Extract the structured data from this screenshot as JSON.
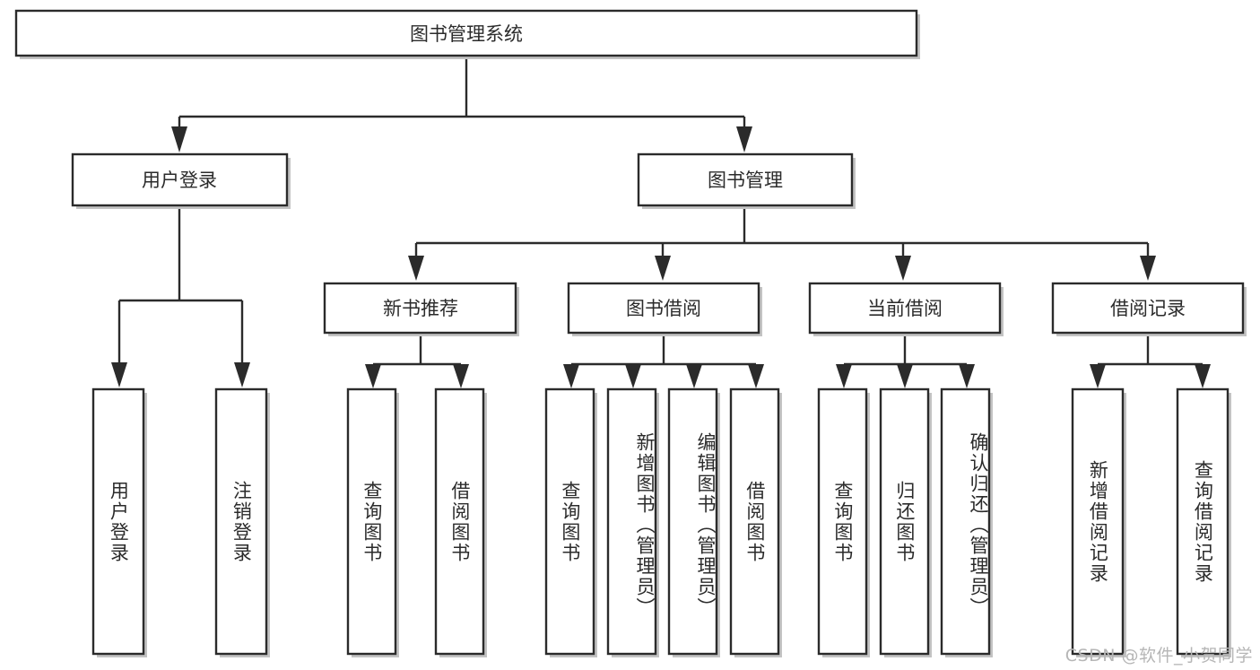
{
  "diagram": {
    "title": "图书管理系统",
    "root": {
      "id": "root",
      "label": "图书管理系统",
      "orientation": "horizontal"
    },
    "level2": [
      {
        "id": "user-login",
        "label": "用户登录",
        "orientation": "horizontal"
      },
      {
        "id": "book-management",
        "label": "图书管理",
        "orientation": "horizontal"
      }
    ],
    "level3": [
      {
        "id": "new-book-recommend",
        "label": "新书推荐",
        "orientation": "horizontal",
        "parent": "book-management"
      },
      {
        "id": "book-borrow",
        "label": "图书借阅",
        "orientation": "horizontal",
        "parent": "book-management"
      },
      {
        "id": "current-borrow",
        "label": "当前借阅",
        "orientation": "horizontal",
        "parent": "book-management"
      },
      {
        "id": "borrow-record",
        "label": "借阅记录",
        "orientation": "horizontal",
        "parent": "book-management"
      }
    ],
    "leaves": [
      {
        "id": "leaf-user-login",
        "label": "用户登录",
        "parent": "user-login",
        "orientation": "vertical"
      },
      {
        "id": "leaf-user-logout",
        "label": "注销登录",
        "parent": "user-login",
        "orientation": "vertical"
      },
      {
        "id": "leaf-query-book-1",
        "label": "查询图书",
        "parent": "new-book-recommend",
        "orientation": "vertical"
      },
      {
        "id": "leaf-borrow-book-1",
        "label": "借阅图书",
        "parent": "new-book-recommend",
        "orientation": "vertical"
      },
      {
        "id": "leaf-query-book-2",
        "label": "查询图书",
        "parent": "book-borrow",
        "orientation": "vertical"
      },
      {
        "id": "leaf-add-book",
        "label": "新增图书（管理员）",
        "parent": "book-borrow",
        "orientation": "vertical"
      },
      {
        "id": "leaf-edit-book",
        "label": "编辑图书（管理员）",
        "parent": "book-borrow",
        "orientation": "vertical"
      },
      {
        "id": "leaf-borrow-book-2",
        "label": "借阅图书",
        "parent": "book-borrow",
        "orientation": "vertical"
      },
      {
        "id": "leaf-query-book-3",
        "label": "查询图书",
        "parent": "current-borrow",
        "orientation": "vertical"
      },
      {
        "id": "leaf-return-book",
        "label": "归还图书",
        "parent": "current-borrow",
        "orientation": "vertical"
      },
      {
        "id": "leaf-confirm-return",
        "label": "确认归还（管理员）",
        "parent": "current-borrow",
        "orientation": "vertical"
      },
      {
        "id": "leaf-add-record",
        "label": "新增借阅记录",
        "parent": "borrow-record",
        "orientation": "vertical"
      },
      {
        "id": "leaf-query-record",
        "label": "查询借阅记录",
        "parent": "borrow-record",
        "orientation": "vertical"
      }
    ],
    "watermark": "CSDN @软件_小贺同学",
    "colors": {
      "stroke": "#2b2b2b",
      "fill": "#ffffff",
      "shadow": "#b9b9b9",
      "text": "#2b2b2b",
      "watermark": "#b6b6b6",
      "background": "#ffffff"
    }
  }
}
